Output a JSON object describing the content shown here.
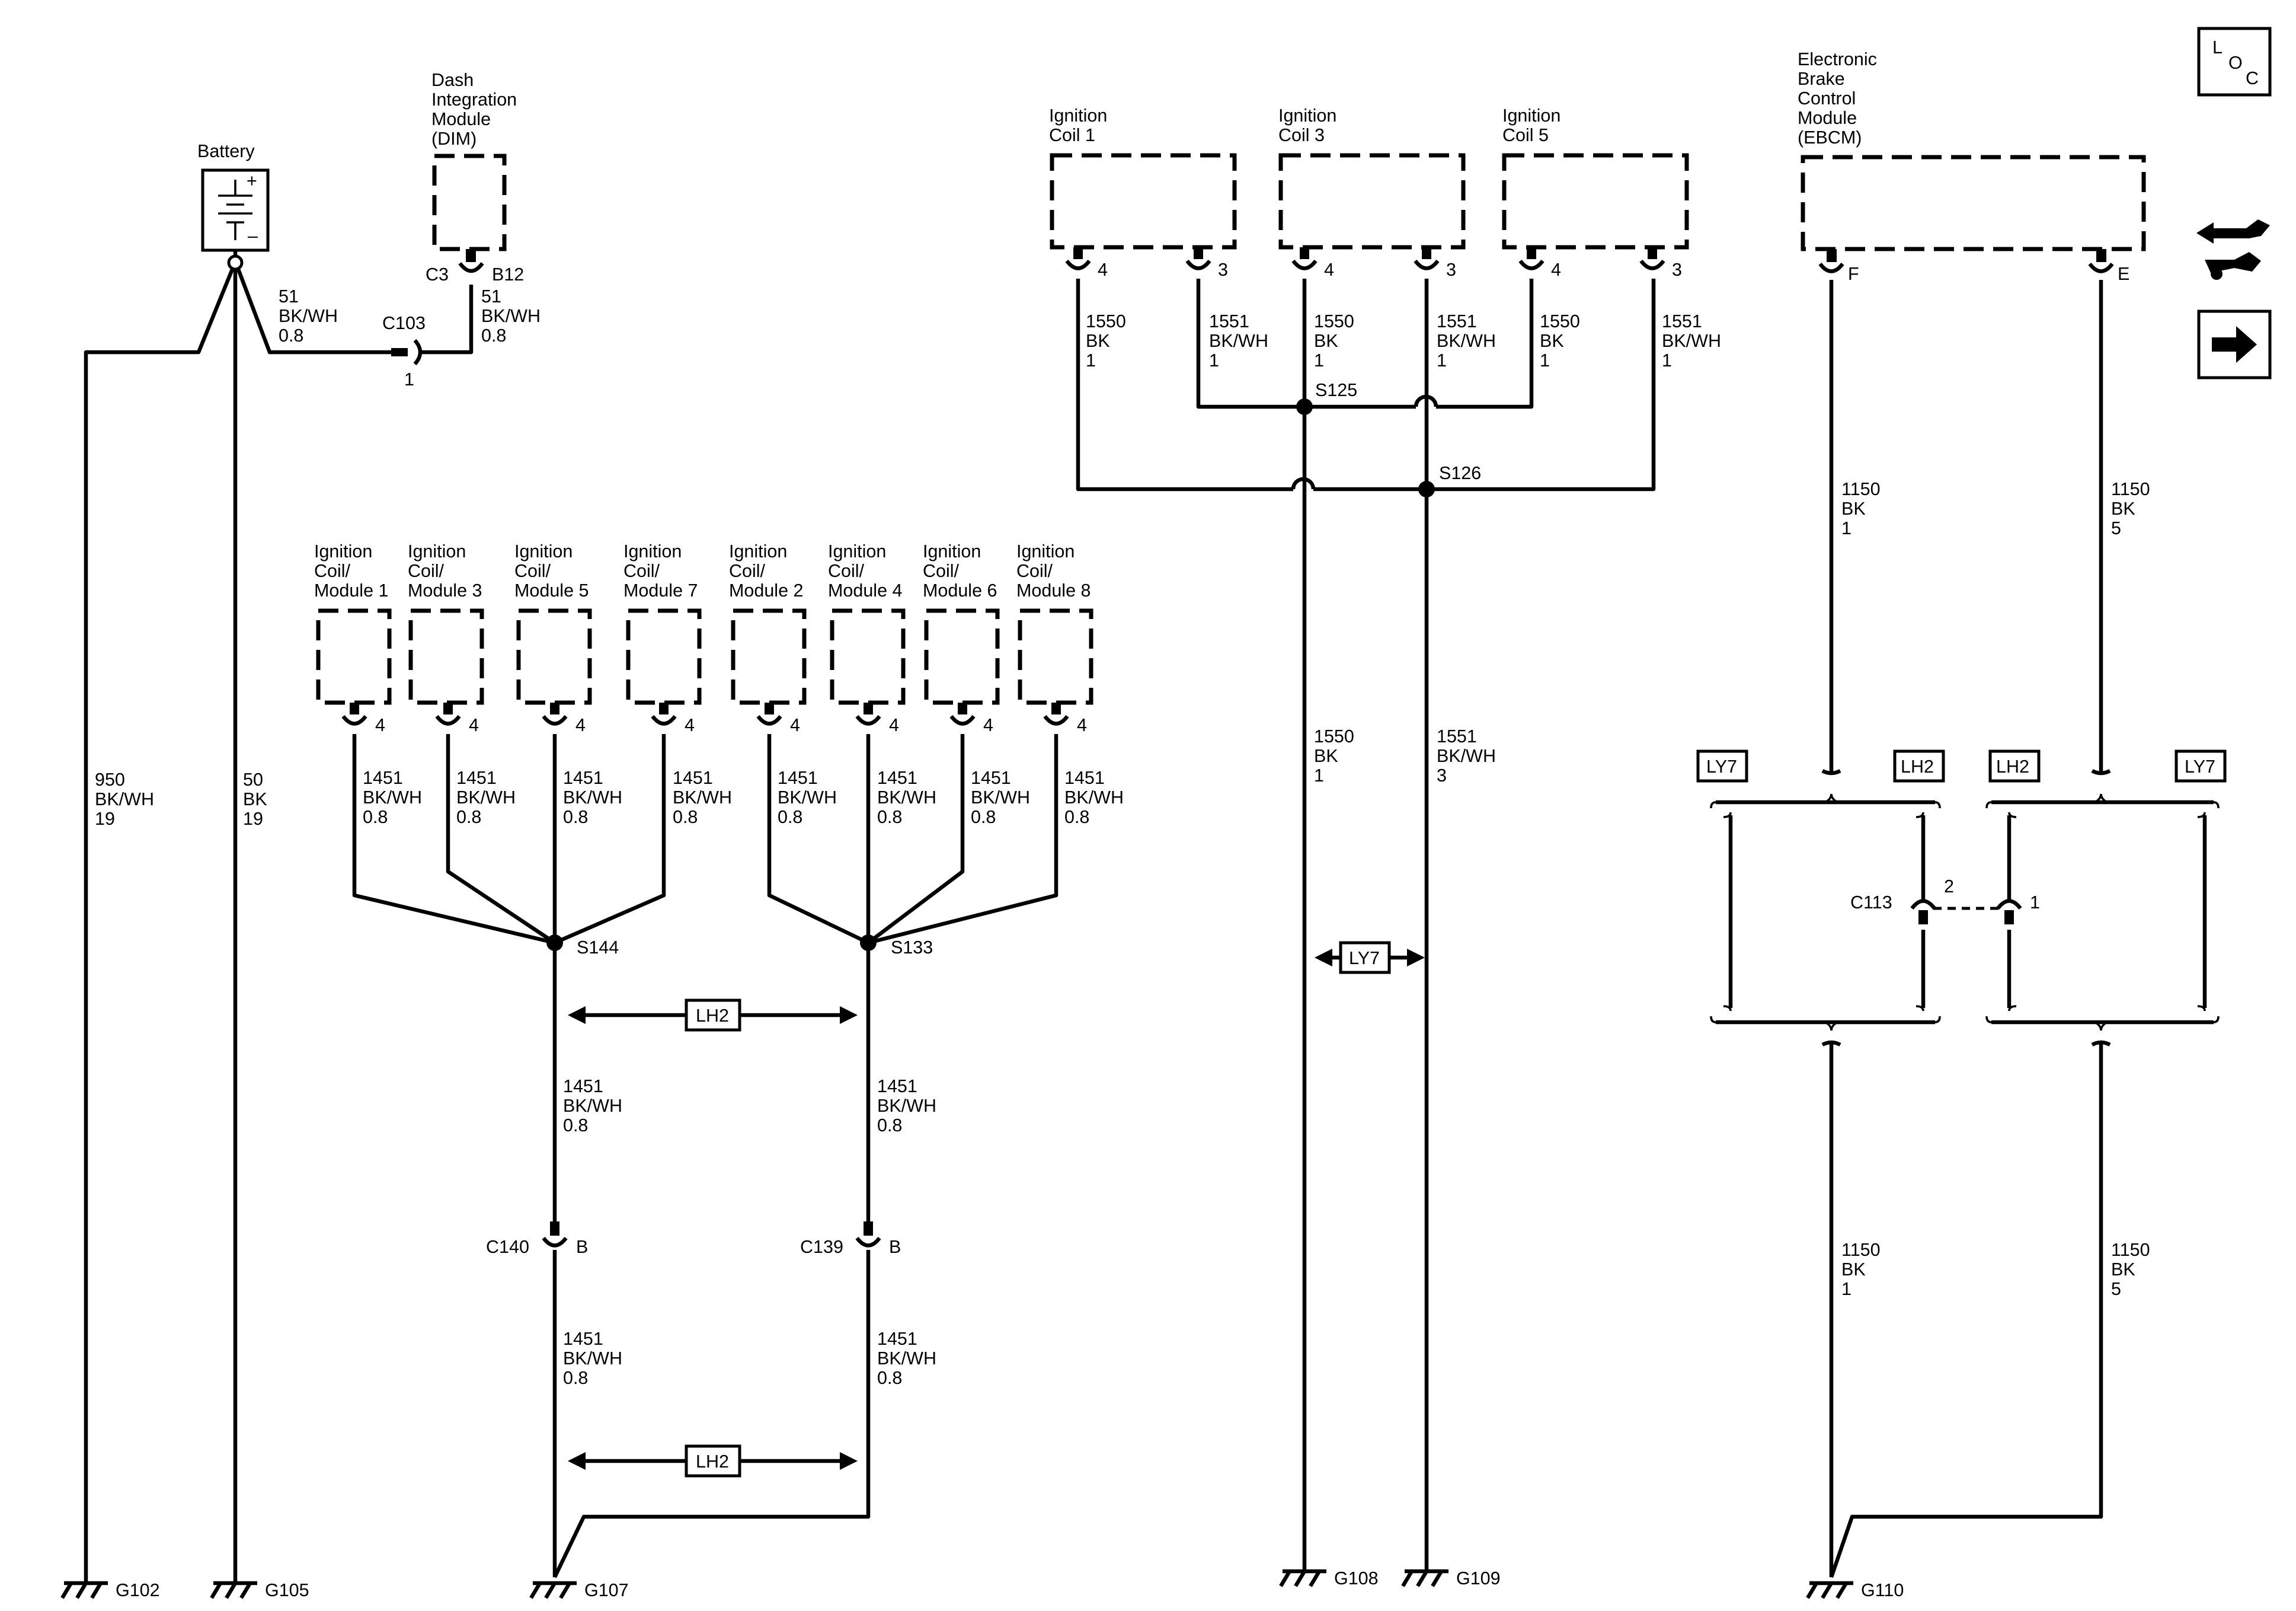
{
  "diagram": {
    "battery": {
      "title": "Battery",
      "plus": "+",
      "minus": "–"
    },
    "dim": {
      "title": [
        "Dash",
        "Integration",
        "Module",
        "(DIM)"
      ],
      "pin_left": "C3",
      "pin_right": "B12",
      "wire": [
        "51",
        "BK/WH",
        "0.8"
      ]
    },
    "battery_wire": [
      "51",
      "BK/WH",
      "0.8"
    ],
    "c103": {
      "name": "C103",
      "pin": "1"
    },
    "left_grounds": [
      {
        "wire": [
          "950",
          "BK/WH",
          "19"
        ],
        "ground": "G102"
      },
      {
        "wire": [
          "50",
          "BK",
          "19"
        ],
        "ground": "G105"
      }
    ],
    "top_coils": [
      {
        "title": [
          "Ignition",
          "Coil 1"
        ],
        "pins": [
          "4",
          "3"
        ],
        "wire_a": [
          "1550",
          "BK",
          "1"
        ],
        "wire_b": [
          "1551",
          "BK/WH",
          "1"
        ]
      },
      {
        "title": [
          "Ignition",
          "Coil 3"
        ],
        "pins": [
          "4",
          "3"
        ],
        "wire_a": [
          "1550",
          "BK",
          "1"
        ],
        "wire_b": [
          "1551",
          "BK/WH",
          "1"
        ]
      },
      {
        "title": [
          "Ignition",
          "Coil 5"
        ],
        "pins": [
          "4",
          "3"
        ],
        "wire_a": [
          "1550",
          "BK",
          "1"
        ],
        "wire_b": [
          "1551",
          "BK/WH",
          "1"
        ]
      }
    ],
    "splices_top": [
      "S125",
      "S126"
    ],
    "mid_wires": [
      [
        "1550",
        "BK",
        "1"
      ],
      [
        "1551",
        "BK/WH",
        "3"
      ]
    ],
    "ly7_center": "LY7",
    "coil_modules": [
      {
        "title": [
          "Ignition",
          "Coil/",
          "Module 1"
        ],
        "pin": "4",
        "wire": [
          "1451",
          "BK/WH",
          "0.8"
        ]
      },
      {
        "title": [
          "Ignition",
          "Coil/",
          "Module 3"
        ],
        "pin": "4",
        "wire": [
          "1451",
          "BK/WH",
          "0.8"
        ]
      },
      {
        "title": [
          "Ignition",
          "Coil/",
          "Module 5"
        ],
        "pin": "4",
        "wire": [
          "1451",
          "BK/WH",
          "0.8"
        ]
      },
      {
        "title": [
          "Ignition",
          "Coil/",
          "Module 7"
        ],
        "pin": "4",
        "wire": [
          "1451",
          "BK/WH",
          "0.8"
        ]
      },
      {
        "title": [
          "Ignition",
          "Coil/",
          "Module 2"
        ],
        "pin": "4",
        "wire": [
          "1451",
          "BK/WH",
          "0.8"
        ]
      },
      {
        "title": [
          "Ignition",
          "Coil/",
          "Module 4"
        ],
        "pin": "4",
        "wire": [
          "1451",
          "BK/WH",
          "0.8"
        ]
      },
      {
        "title": [
          "Ignition",
          "Coil/",
          "Module 6"
        ],
        "pin": "4",
        "wire": [
          "1451",
          "BK/WH",
          "0.8"
        ]
      },
      {
        "title": [
          "Ignition",
          "Coil/",
          "Module 8"
        ],
        "pin": "4",
        "wire": [
          "1451",
          "BK/WH",
          "0.8"
        ]
      }
    ],
    "splices_bottom": [
      "S144",
      "S133"
    ],
    "lh2_labels": [
      "LH2",
      "LH2"
    ],
    "bank_wire_upper": [
      [
        "1451",
        "BK/WH",
        "0.8"
      ],
      [
        "1451",
        "BK/WH",
        "0.8"
      ]
    ],
    "connectors_bottom": [
      {
        "name": "C140",
        "pin": "B"
      },
      {
        "name": "C139",
        "pin": "B"
      }
    ],
    "bank_wire_lower": [
      [
        "1451",
        "BK/WH",
        "0.8"
      ],
      [
        "1451",
        "BK/WH",
        "0.8"
      ]
    ],
    "ground_center": [
      "G107",
      "G108",
      "G109"
    ],
    "ebcm": {
      "title": [
        "Electronic",
        "Brake",
        "Control",
        "Module",
        "(EBCM)"
      ],
      "pins": [
        "F",
        "E"
      ],
      "wires_upper": [
        [
          "1150",
          "BK",
          "1"
        ],
        [
          "1150",
          "BK",
          "5"
        ]
      ],
      "options_left": [
        "LY7",
        "LH2"
      ],
      "options_right": [
        "LH2",
        "LY7"
      ],
      "c113": {
        "name": "C113",
        "pin_left": "2",
        "pin_right": "1"
      },
      "wires_lower": [
        [
          "1150",
          "BK",
          "1"
        ],
        [
          "1150",
          "BK",
          "5"
        ]
      ],
      "ground": "G110"
    },
    "loc_icon": {
      "letters": [
        "L",
        "O",
        "C"
      ]
    },
    "icons": [
      "connector-view-icon",
      "next-page-arrow-icon"
    ]
  }
}
